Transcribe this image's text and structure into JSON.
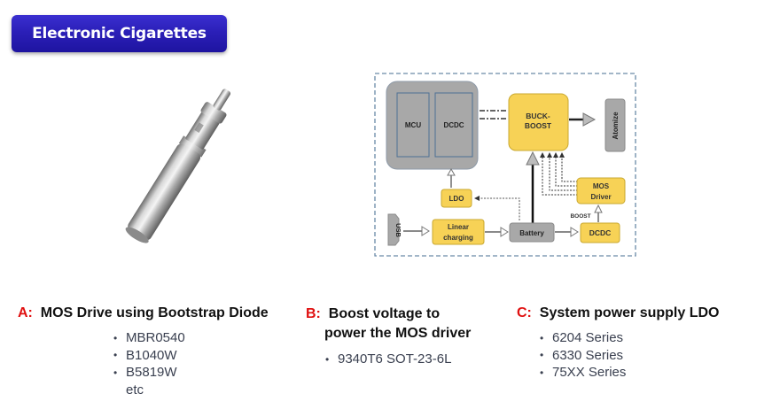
{
  "title": "Electronic Cigarettes",
  "diagram": {
    "blocks": {
      "mcu": "MCU",
      "dcdc_top": "DCDC",
      "buck_boost_line1": "BUCK-",
      "buck_boost_line2": "BOOST",
      "atomize": "Atomize",
      "ldo": "LDO",
      "mos_driver_line1": "MOS",
      "mos_driver_line2": "Driver",
      "boost_label": "BOOST",
      "usb": "USB",
      "linear_line1": "Linear",
      "linear_line2": "charging",
      "battery": "Battery",
      "dcdc_bottom": "DCDC"
    },
    "colors": {
      "yellow_block": "#f7d256",
      "gray_block": "#a8a8a8",
      "border": "#6a8aa8"
    }
  },
  "sections": {
    "a": {
      "tag": "A:",
      "heading": "MOS Drive using Bootstrap Diode",
      "items": [
        "MBR0540",
        "B1040W",
        "B5819W"
      ],
      "extra": "etc"
    },
    "b": {
      "tag": "B:",
      "heading_line1": "Boost voltage to",
      "heading_line2": "power the MOS driver",
      "items": [
        "9340T6 SOT-23-6L"
      ]
    },
    "c": {
      "tag": "C:",
      "heading": "System power supply LDO",
      "items": [
        "6204 Series",
        "6330 Series",
        "75XX Series"
      ]
    }
  },
  "bullet": "•"
}
